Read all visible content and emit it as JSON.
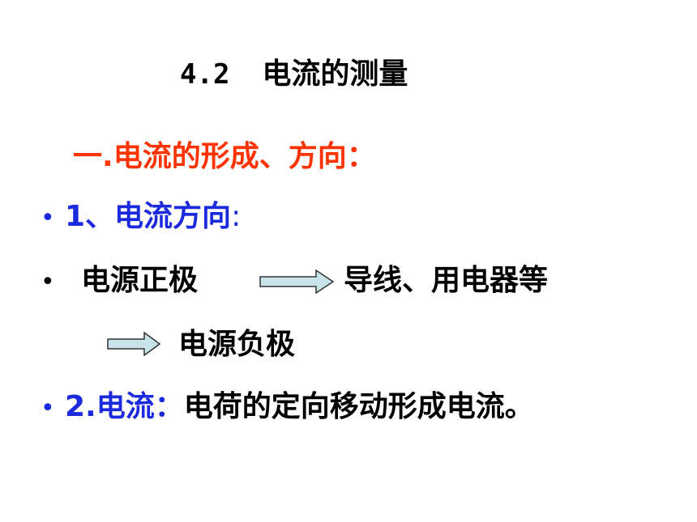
{
  "slide": {
    "title_number": "4.2",
    "title_text": "电流的测量",
    "section_heading_prefix": "一.",
    "section_heading_text": "电流的形成、方向：",
    "item1_label": "1、电流方向",
    "item1_colon": ":",
    "direction_start": "电源正极",
    "direction_middle": "导线、用电器等",
    "direction_end": "电源负极",
    "item2_label": "2.电流：",
    "item2_text": "电荷的定向移动形成电流。",
    "bullet_glyph": "•"
  },
  "colors": {
    "heading_red": "#ff3300",
    "label_blue": "#1a2adc",
    "arrow_fill": "#c8e4e8",
    "arrow_stroke": "#333333"
  }
}
